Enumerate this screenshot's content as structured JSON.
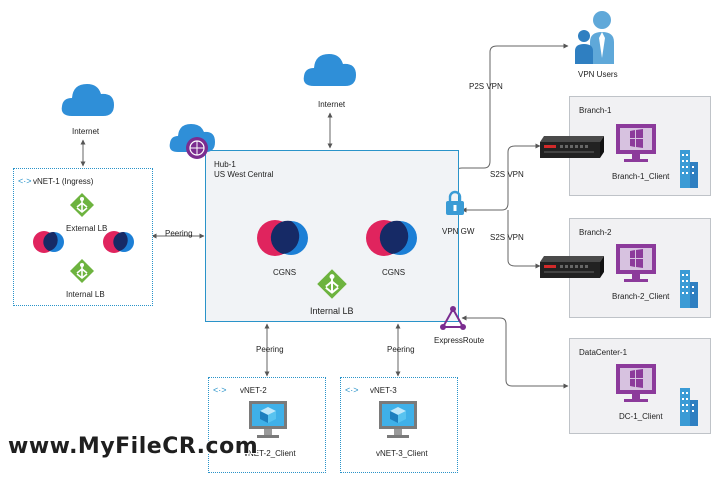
{
  "nodes": {
    "internet_left": "Internet",
    "internet_top": "Internet",
    "vnet1": "vNET-1 (Ingress)",
    "external_lb": "External LB",
    "internal_lb_left": "Internal LB",
    "peering_left": "Peering",
    "hub_name": "Hub-1",
    "hub_region": "US West Central",
    "cgns_1": "CGNS",
    "cgns_2": "CGNS",
    "internal_lb_hub": "Internal LB",
    "vpn_gw": "VPN GW",
    "express_route": "ExpressRoute",
    "p2s_vpn": "P2S VPN",
    "vpn_users": "VPN Users",
    "s2s_vpn_1": "S2S VPN",
    "s2s_vpn_2": "S2S VPN",
    "branch1": "Branch-1",
    "branch1_client": "Branch-1_Client",
    "branch2": "Branch-2",
    "branch2_client": "Branch-2_Client",
    "datacenter1": "DataCenter-1",
    "dc1_client": "DC-1_Client",
    "peering_vnet2": "Peering",
    "peering_vnet3": "Peering",
    "vnet2": "vNET-2",
    "vnet2_client": "vNET-2_Client",
    "vnet3": "vNET-3",
    "vnet3_client": "vNET-3_Client"
  },
  "watermark": "www.MyFileCR.com",
  "colors": {
    "azure_blue": "#2a93c9",
    "cloud_blue": "#2f8fd8",
    "cgns_red": "#e0245e",
    "cgns_blue": "#1c7fd6",
    "lb_green": "#6db33f",
    "windows_purple": "#8c3a9b",
    "building_blue": "#3a9bd5",
    "express_purple": "#7b2d90"
  }
}
